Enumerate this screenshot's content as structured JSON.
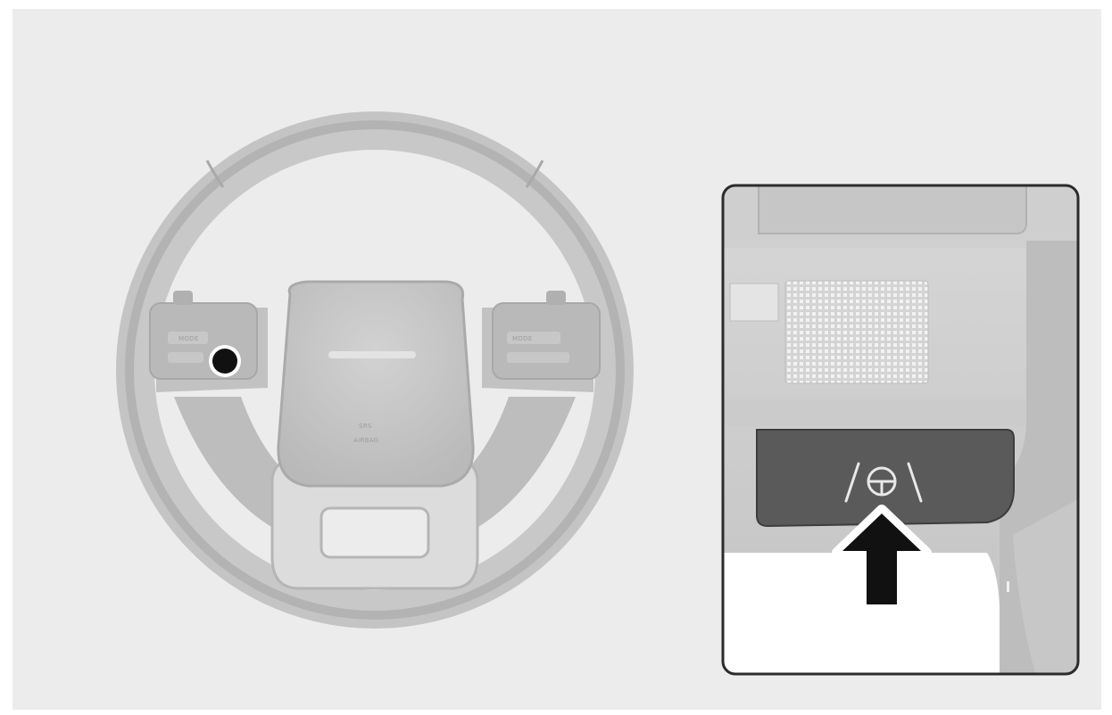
{
  "figure": {
    "background": "#ececec",
    "panel_color": "#efefef",
    "inset_frame_color": "#2b2b2b"
  },
  "steering_wheel": {
    "airbag_text_top": "SRS",
    "airbag_text_bottom": "AIRBAG",
    "left_control_label": "MODE",
    "right_control_label": "MODE",
    "highlight_marker": "black-dot",
    "rim_color": "#bdbdbd",
    "hub_color": "#c9c9c9"
  },
  "inset": {
    "button_icon": "steering-heat-icon",
    "arrow_icon": "up-arrow-icon",
    "button_panel_color": "#5a5a5a",
    "arrow_color": "#111111"
  }
}
